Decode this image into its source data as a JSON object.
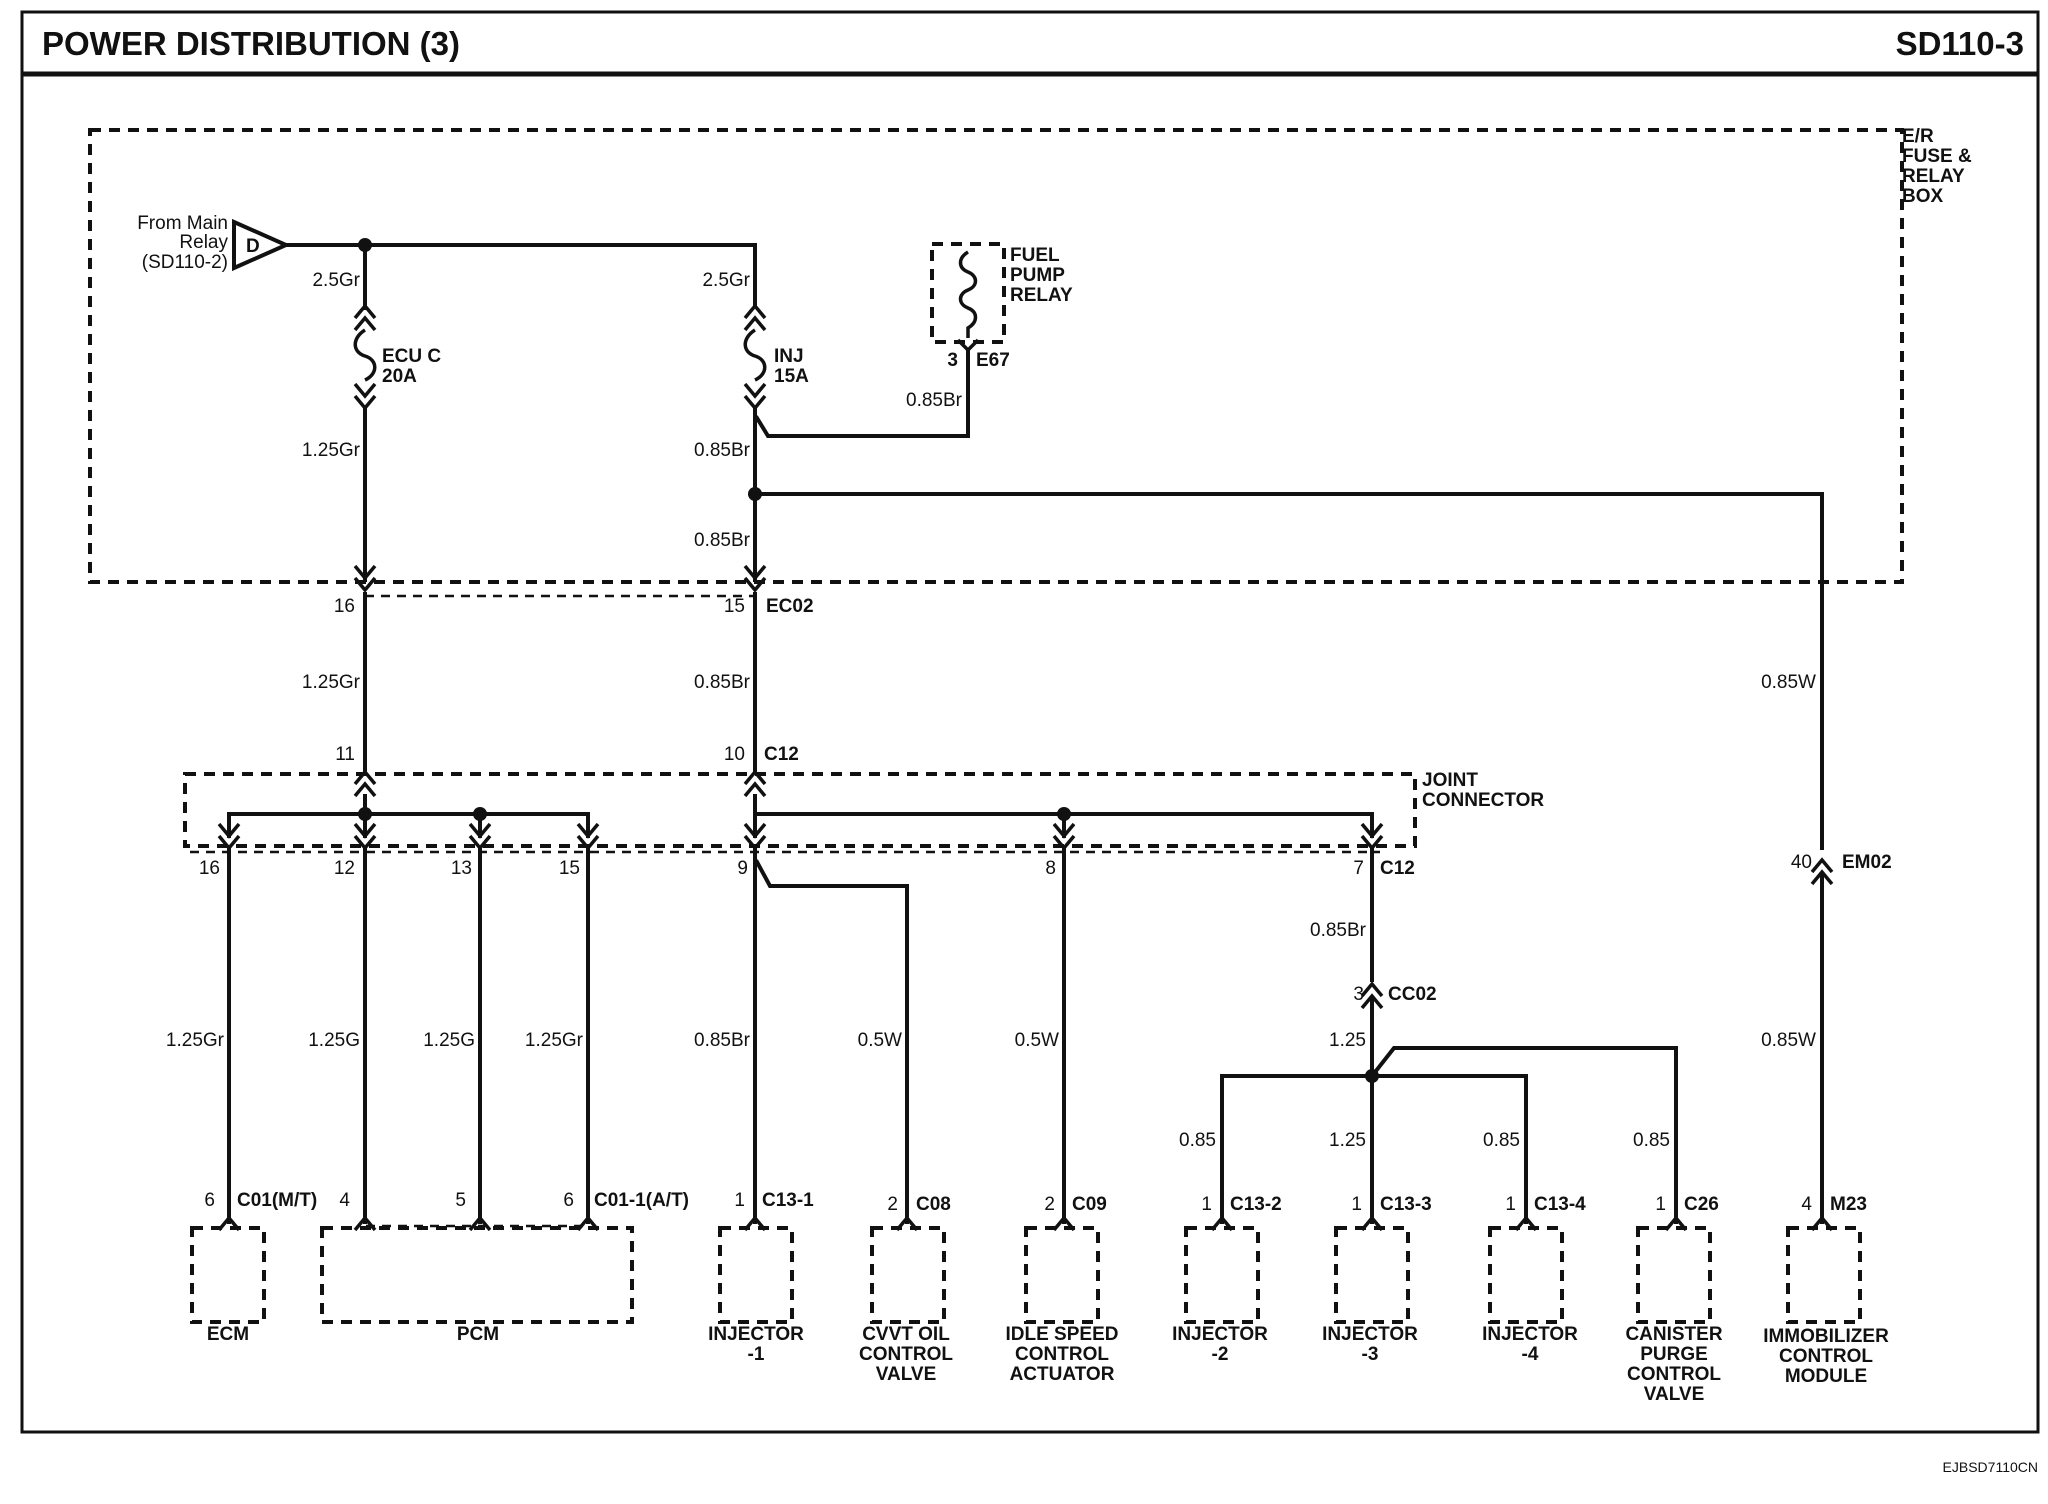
{
  "header": {
    "title": "POWER DISTRIBUTION (3)",
    "code": "SD110-3"
  },
  "footer": {
    "ref": "EJBSD7110CN"
  },
  "er_box": {
    "line1": "E/R",
    "line2": "FUSE &",
    "line3": "RELAY",
    "line4": "BOX"
  },
  "source": {
    "line1": "From Main",
    "line2": "Relay",
    "line3": "(SD110-2)",
    "letter": "D"
  },
  "relay": {
    "line1": "FUEL",
    "line2": "PUMP",
    "line3": "RELAY",
    "pin": "3",
    "conn": "E67"
  },
  "fuses": [
    {
      "line1": "ECU C",
      "line2": "20A"
    },
    {
      "line1": "INJ",
      "line2": "15A"
    }
  ],
  "joint": {
    "line1": "JOINT",
    "line2": "CONNECTOR"
  },
  "wire_labels": {
    "gr25_left": "2.5Gr",
    "gr25_right": "2.5Gr",
    "br085_relay": "0.85Br",
    "gr125_a": "1.25Gr",
    "br085_a": "0.85Br",
    "br085_b": "0.85Br",
    "gr125_b": "1.25Gr",
    "br085_c": "0.85Br",
    "w085_a": "0.85W",
    "br085_d": "0.85Br",
    "c125": "1.25",
    "w085_b": "0.85W",
    "b_1": "1.25Gr",
    "b_2": "1.25G",
    "b_3": "1.25G",
    "b_4": "1.25Gr",
    "b_5": "0.85Br",
    "b_6": "0.5W",
    "b_7": "0.5W",
    "i_1": "0.85",
    "i_2": "1.25",
    "i_3": "0.85",
    "i_4": "0.85"
  },
  "connectors": {
    "ec02_a": "16",
    "ec02_b": "15",
    "ec02": "EC02",
    "c12_a": "11",
    "c12_b": "10",
    "c12": "C12",
    "j_1": "16",
    "j_2": "12",
    "j_3": "13",
    "j_4": "15",
    "j_5": "9",
    "j_6": "8",
    "j_7": "7",
    "c12_low": "C12",
    "em02_pin": "40",
    "em02": "EM02",
    "cc02_pin": "3",
    "cc02": "CC02"
  },
  "components": [
    {
      "pin": "6",
      "conn": "C01(M/T)",
      "name1": "ECM"
    },
    {
      "pin_a": "4",
      "pin_b": "5",
      "pin_c": "6",
      "conn": "C01-1(A/T)",
      "name1": "PCM"
    },
    {
      "pin": "1",
      "conn": "C13-1",
      "name1": "INJECTOR",
      "name2": "-1"
    },
    {
      "pin": "2",
      "conn": "C08",
      "name1": "CVVT OIL",
      "name2": "CONTROL",
      "name3": "VALVE"
    },
    {
      "pin": "2",
      "conn": "C09",
      "name1": "IDLE SPEED",
      "name2": "CONTROL",
      "name3": "ACTUATOR"
    },
    {
      "pin": "1",
      "conn": "C13-2",
      "name1": "INJECTOR",
      "name2": "-2"
    },
    {
      "pin": "1",
      "conn": "C13-3",
      "name1": "INJECTOR",
      "name2": "-3"
    },
    {
      "pin": "1",
      "conn": "C13-4",
      "name1": "INJECTOR",
      "name2": "-4"
    },
    {
      "pin": "1",
      "conn": "C26",
      "name1": "CANISTER",
      "name2": "PURGE",
      "name3": "CONTROL",
      "name4": "VALVE"
    },
    {
      "pin": "4",
      "conn": "M23",
      "name1": "IMMOBILIZER",
      "name2": "CONTROL",
      "name3": "MODULE"
    }
  ]
}
